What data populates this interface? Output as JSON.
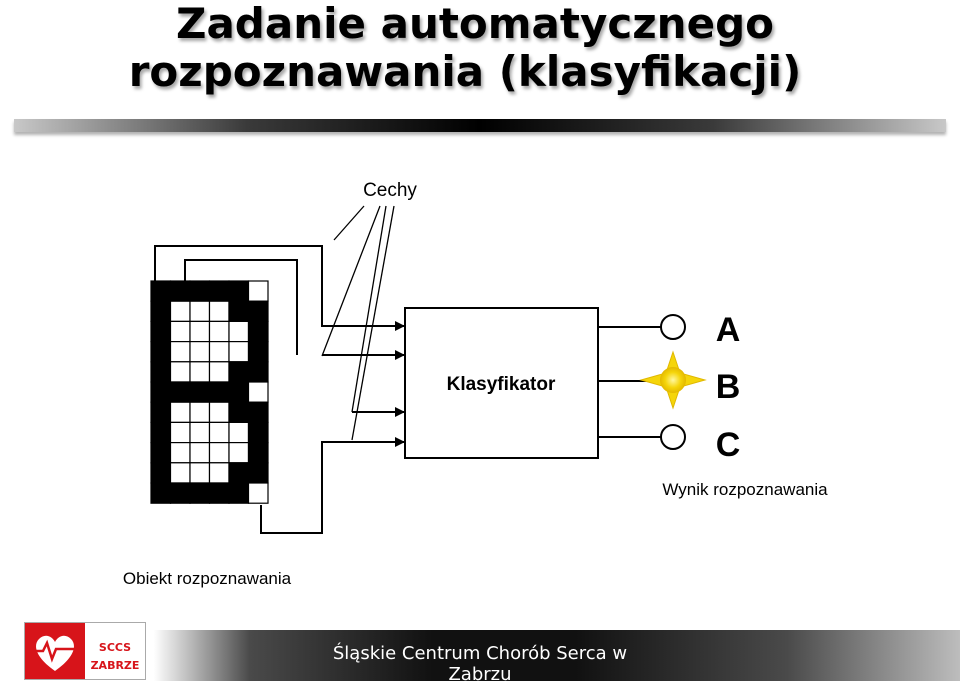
{
  "slide": {
    "title_line1": "Zadanie automatycznego",
    "title_line2": "rozpoznawania (klasyfikacji)"
  },
  "diagram": {
    "features_label": "Cechy",
    "classifier_label": "Klasyfikator",
    "outputs": [
      "A",
      "B",
      "C"
    ],
    "selected_output": "B",
    "result_label": "Wynik rozpoznawania",
    "object_label": "Obiekt rozpoznawania"
  },
  "footer": {
    "institution": "Śląskie Centrum Chorób Serca w Zabrzu",
    "logo_line1": "SCCS",
    "logo_line2": "ZABRZE"
  },
  "colors": {
    "logo_red": "#d7141a",
    "highlight": "#f5d50a"
  }
}
